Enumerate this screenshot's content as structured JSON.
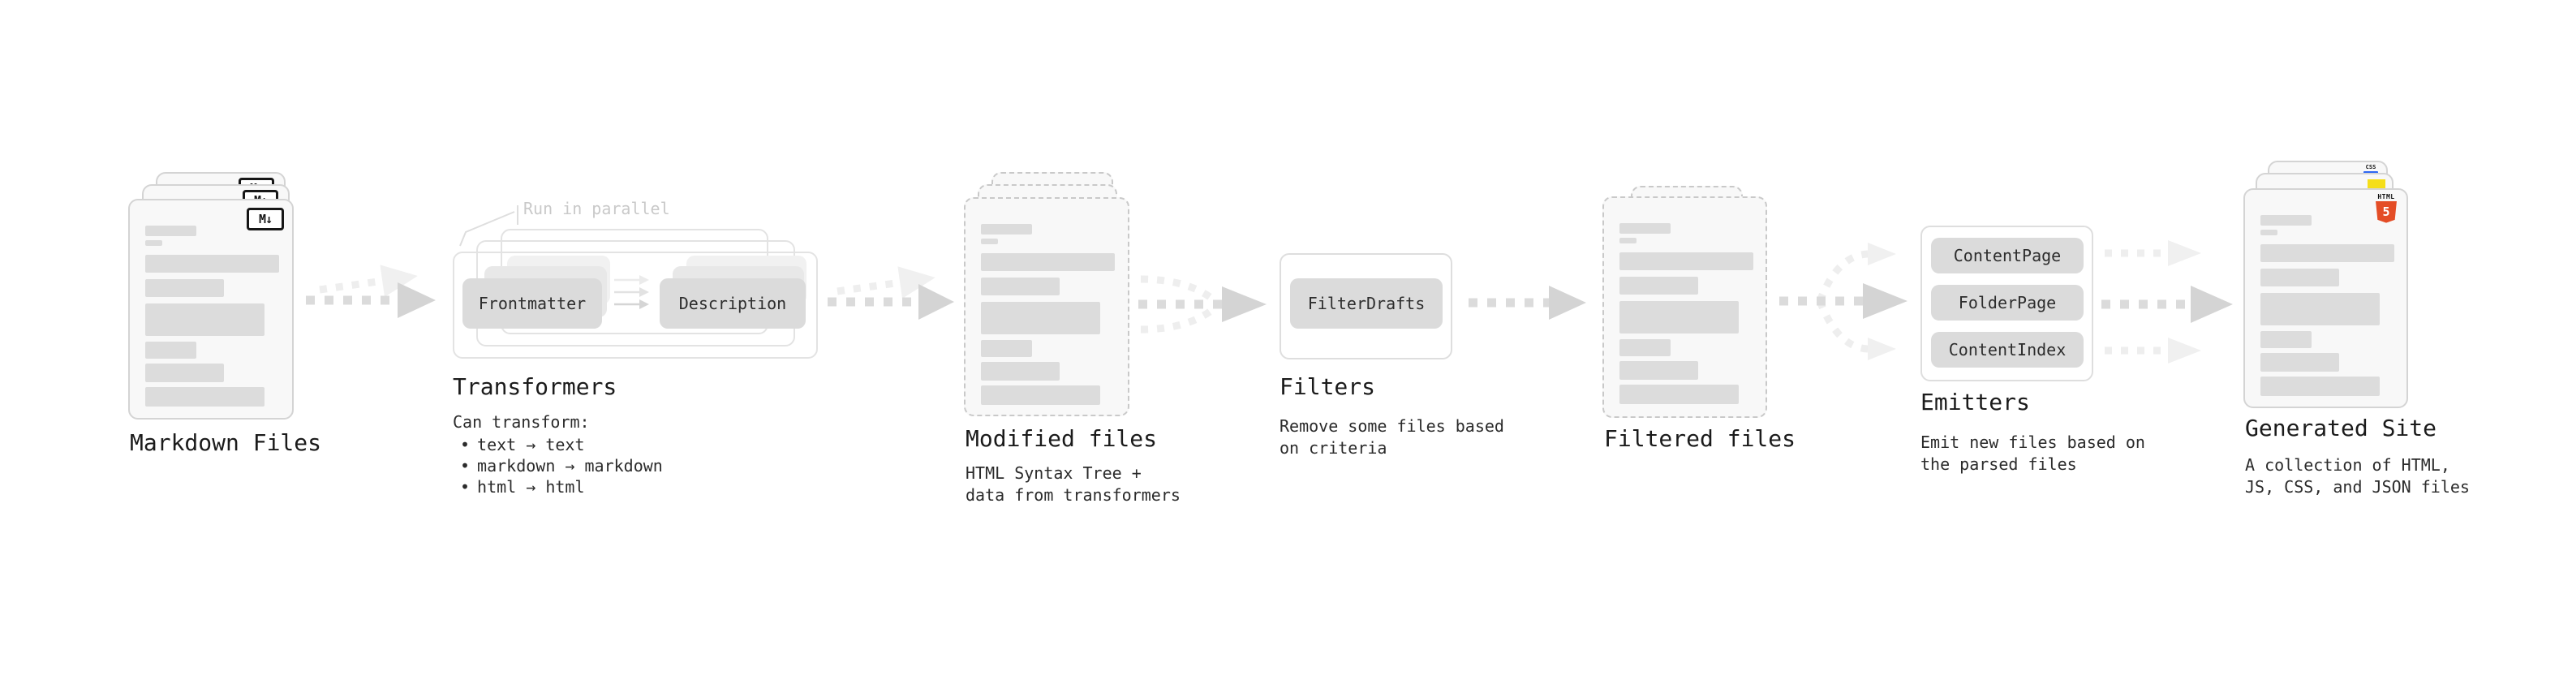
{
  "markdown": {
    "label": "Markdown Files",
    "badge": "M↓"
  },
  "transformers": {
    "label": "Transformers",
    "parallel_note": "Run in parallel",
    "pill_frontmatter": "Frontmatter",
    "pill_description": "Description",
    "note_title": "Can transform:",
    "bullet_glyph": "•",
    "bullets": [
      "text → text",
      "markdown → markdown",
      "html → html"
    ]
  },
  "modified": {
    "label": "Modified files",
    "desc": "HTML Syntax Tree +\ndata from transformers"
  },
  "filters": {
    "label": "Filters",
    "desc": "Remove some files based\non criteria",
    "pill": "FilterDrafts"
  },
  "filtered": {
    "label": "Filtered files"
  },
  "emitters": {
    "label": "Emitters",
    "desc": "Emit new files based on\nthe parsed files",
    "pills": [
      "ContentPage",
      "FolderPage",
      "ContentIndex"
    ]
  },
  "generated": {
    "label": "Generated Site",
    "desc": "A collection of HTML,\nJS, CSS, and JSON files",
    "css_badge": "CSS",
    "html_badge_word": "HTML",
    "html_badge_number": "5"
  },
  "colors": {
    "html5_orange": "#e44d26",
    "js_yellow": "#f5de19",
    "css_blue": "#2d67f2",
    "skeleton_gray": "#dcdcdc"
  }
}
